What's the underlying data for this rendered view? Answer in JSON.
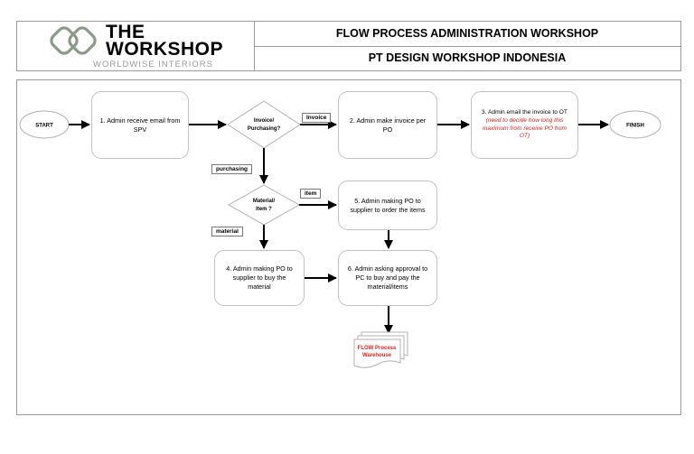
{
  "logo": {
    "line1": "THE",
    "line2": "WORKSHOP",
    "tagline": "WORLDWISE INTERIORS"
  },
  "header": {
    "title1": "FLOW PROCESS ADMINISTRATION WORKSHOP",
    "title2": "PT DESIGN WORKSHOP INDONESIA"
  },
  "flow": {
    "start": "START",
    "finish": "FINISH",
    "step1": "1. Admin receive email from SPV",
    "decision1": [
      "Invoice/",
      "Purchasing?"
    ],
    "label_invoice": "Invoice",
    "label_purchasing": "purchasing",
    "step2": "2. Admin make invoice  per PO",
    "step3": "3. Admin email the invoice to OT",
    "step3_note": "(need to decide how long this maximum from receive PO from OT)",
    "decision2": [
      "Material/",
      "Item ?"
    ],
    "label_item": "item",
    "label_material": "material",
    "step4": "4. Admin making PO to supplier to buy the material",
    "step5": "5. Admin making PO to supplier to order the items",
    "step6": "6. Admin asking approval to PC to buy and pay the material/items",
    "document": [
      "FLOW Process",
      "Warehouse"
    ]
  },
  "colors": {
    "note_red": "#e02020",
    "border": "#c2c2c2",
    "logo_green": "#8a9a86"
  }
}
